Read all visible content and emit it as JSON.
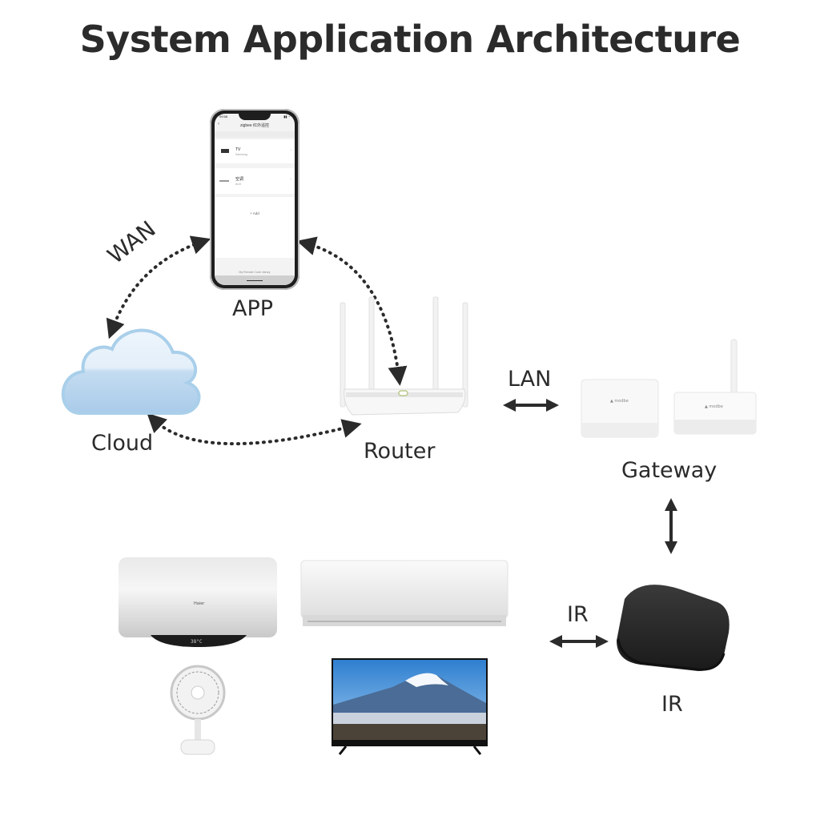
{
  "title": "System Application Architecture",
  "nodes": {
    "app": {
      "label": "APP",
      "icon": "smartphone-icon"
    },
    "cloud": {
      "label": "Cloud",
      "icon": "cloud-icon"
    },
    "router": {
      "label": "Router",
      "icon": "router-icon"
    },
    "gateway": {
      "label": "Gateway",
      "icon": "gateway-icon"
    },
    "ir": {
      "label": "IR",
      "icon": "ir-blaster-icon"
    }
  },
  "links": {
    "wan": {
      "label": "WAN",
      "from": "cloud",
      "to": "app",
      "style": "dotted",
      "direction": "bidirectional"
    },
    "app_router": {
      "label": "",
      "from": "app",
      "to": "router",
      "style": "dotted",
      "direction": "bidirectional"
    },
    "cloud_router": {
      "label": "",
      "from": "cloud",
      "to": "router",
      "style": "dotted",
      "direction": "bidirectional"
    },
    "lan": {
      "label": "LAN",
      "from": "router",
      "to": "gateway",
      "style": "solid",
      "direction": "bidirectional"
    },
    "gateway_ir": {
      "label": "",
      "from": "gateway",
      "to": "ir",
      "style": "solid",
      "direction": "bidirectional"
    },
    "ir_appliances": {
      "label": "IR",
      "from": "ir",
      "to": "appliances",
      "style": "solid",
      "direction": "bidirectional"
    }
  },
  "appliances": [
    {
      "name": "water-heater",
      "brand": "Haier"
    },
    {
      "name": "air-conditioner"
    },
    {
      "name": "desk-fan"
    },
    {
      "name": "television"
    }
  ],
  "phone_screen": {
    "app_title": "zigbee 红外遥控",
    "devices": [
      {
        "name": "TV",
        "sub": "Samsung"
      },
      {
        "name": "空调",
        "sub": "AUX"
      }
    ],
    "add_label": "+ Add",
    "footer": "My Remote Code Library"
  },
  "colors": {
    "text": "#2b2b2b",
    "arrow": "#2b2b2b",
    "cloud_fill": "#cfe4f5",
    "cloud_stroke": "#a9cfea"
  }
}
